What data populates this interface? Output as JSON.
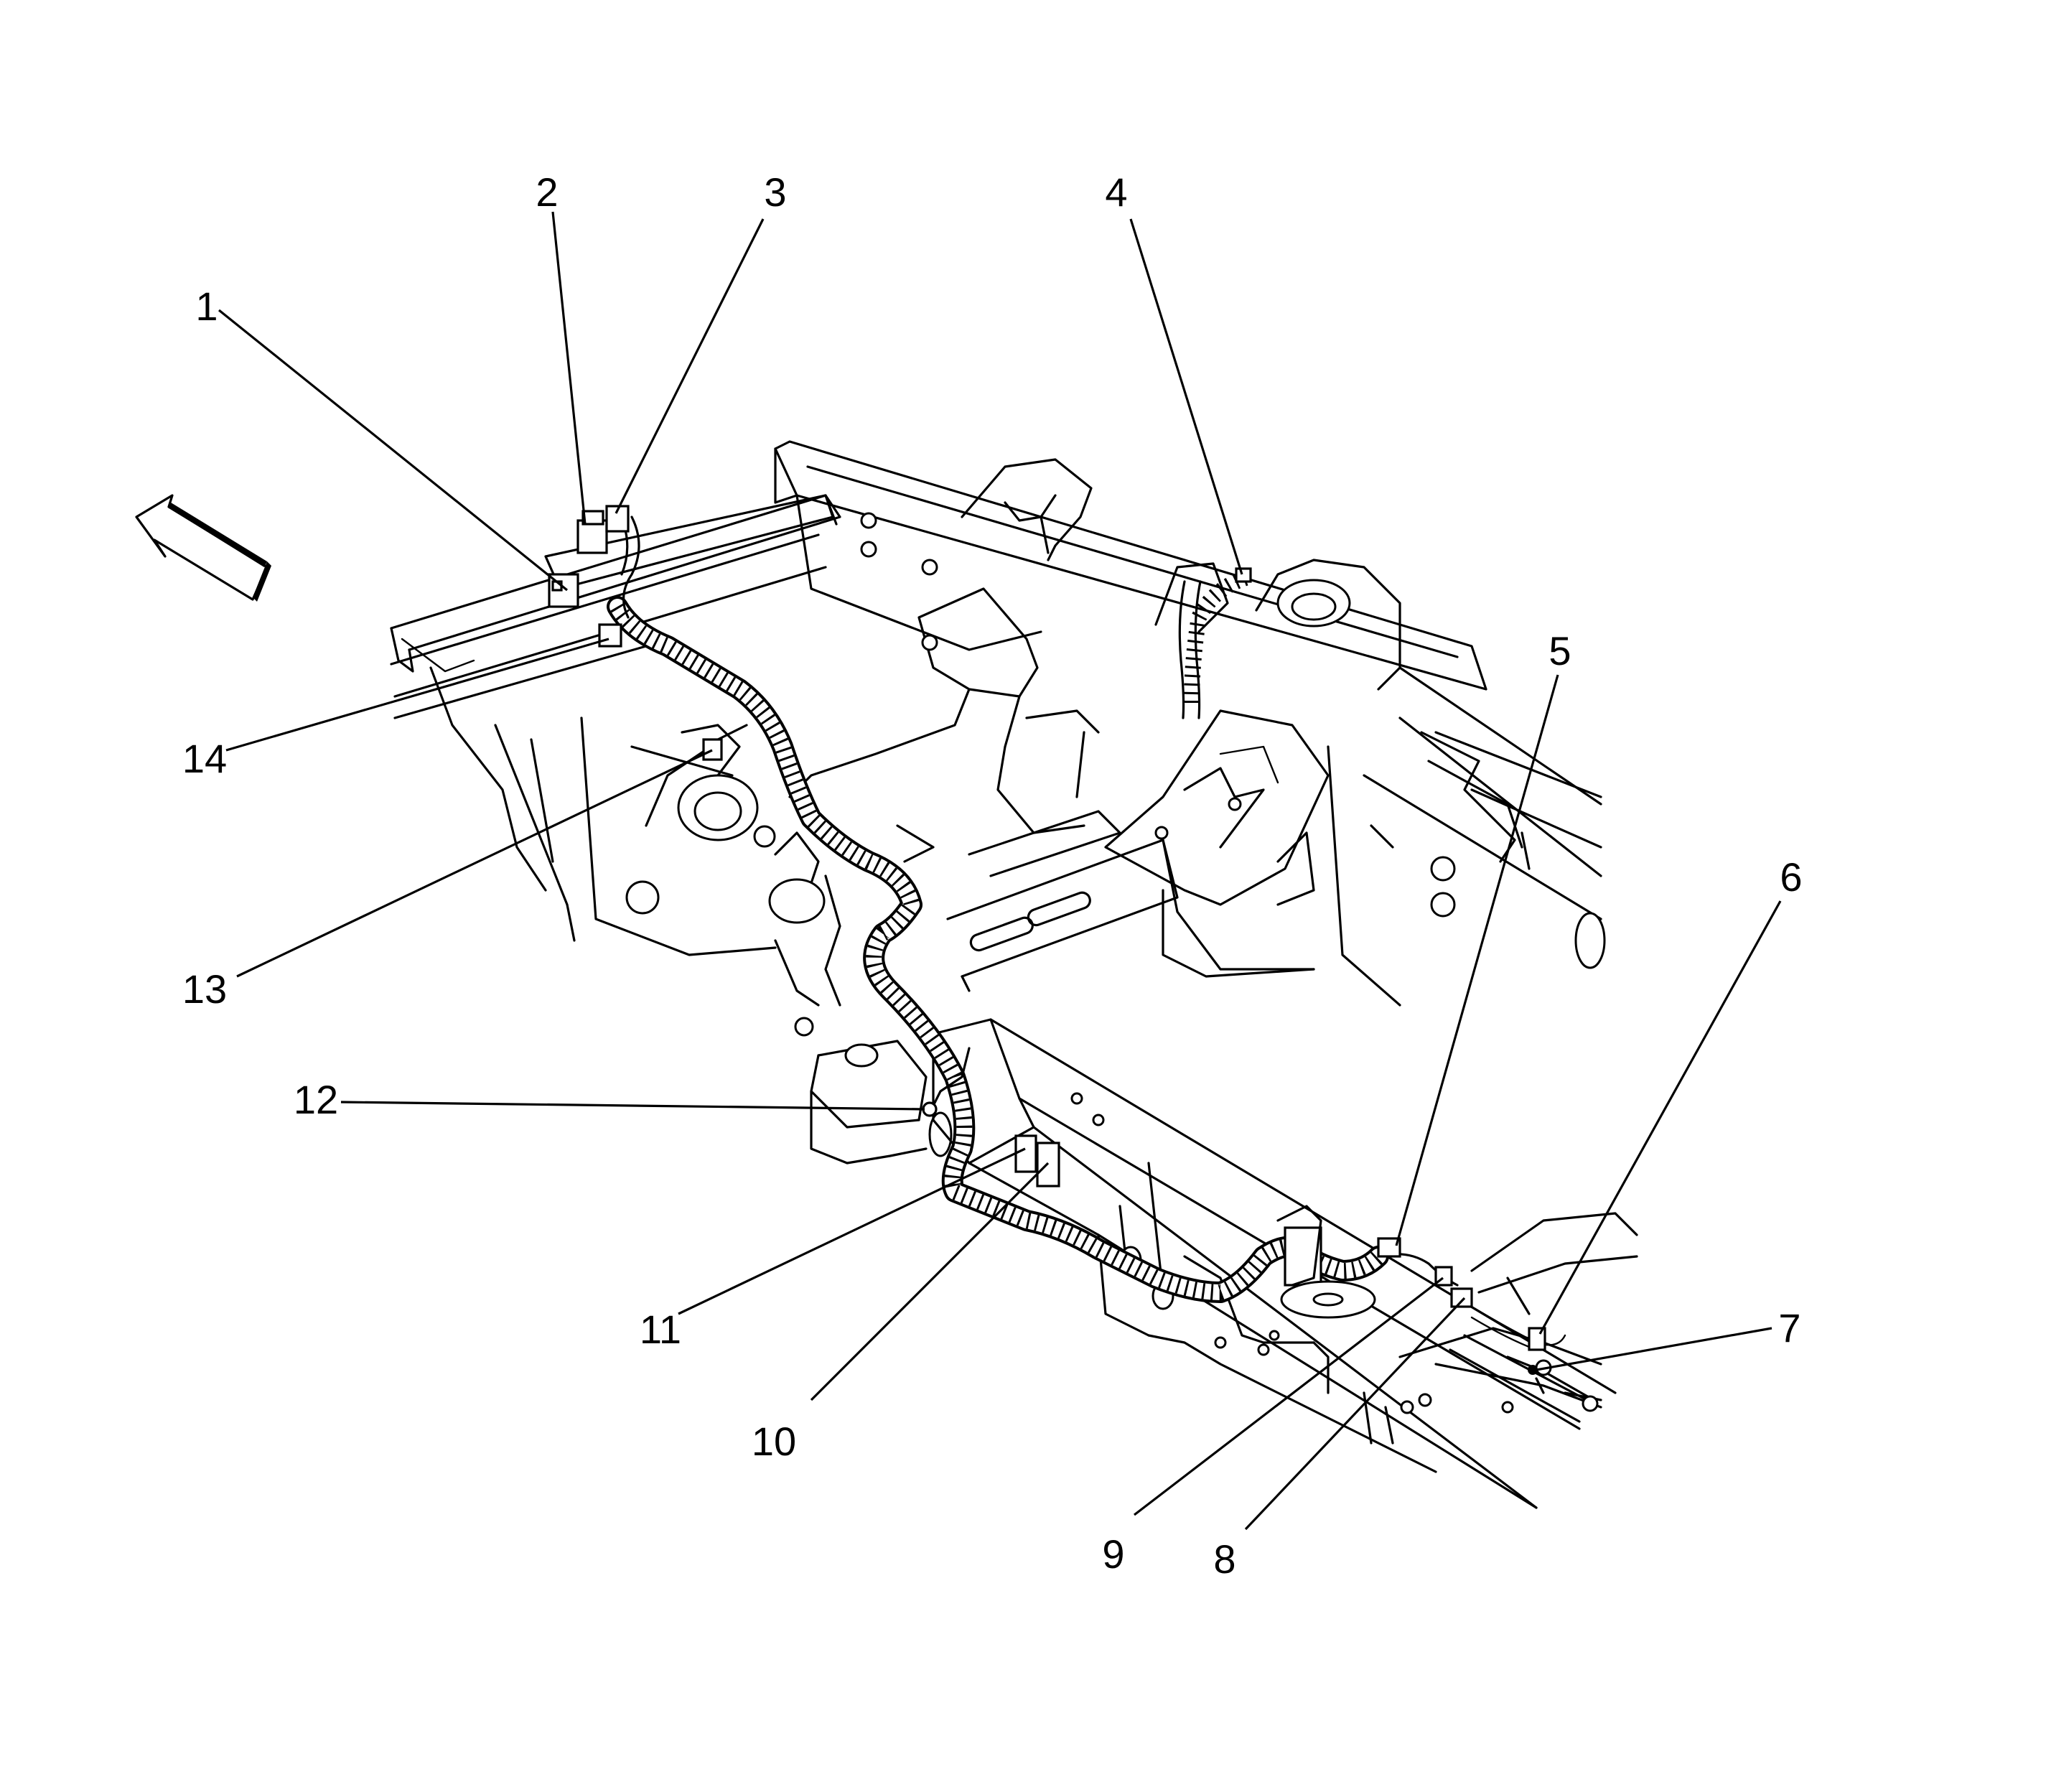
{
  "diagram": {
    "subject": "front frame with wiring harness routing and connectors",
    "colors": {
      "line": "#000000",
      "background": "#ffffff"
    },
    "callouts": [
      {
        "id": "1",
        "label": "1"
      },
      {
        "id": "2",
        "label": "2"
      },
      {
        "id": "3",
        "label": "3"
      },
      {
        "id": "4",
        "label": "4"
      },
      {
        "id": "5",
        "label": "5"
      },
      {
        "id": "6",
        "label": "6"
      },
      {
        "id": "7",
        "label": "7"
      },
      {
        "id": "8",
        "label": "8"
      },
      {
        "id": "9",
        "label": "9"
      },
      {
        "id": "10",
        "label": "10"
      },
      {
        "id": "11",
        "label": "11"
      },
      {
        "id": "12",
        "label": "12"
      },
      {
        "id": "13",
        "label": "13"
      },
      {
        "id": "14",
        "label": "14"
      }
    ],
    "direction_arrow": "forward-arrow-icon"
  }
}
